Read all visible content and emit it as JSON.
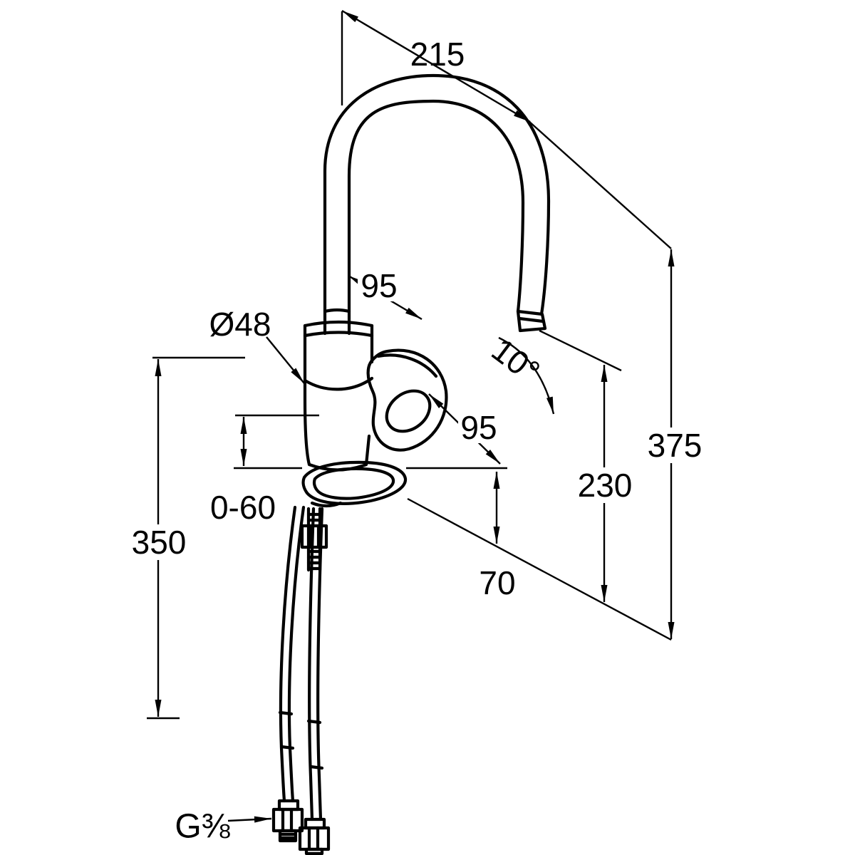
{
  "drawing": {
    "labels": {
      "reach": "215",
      "total_height": "375",
      "spout_height": "230",
      "outlet_height": "70",
      "body_diameter": "Ø48",
      "spout_offset": "95",
      "lever_offset": "95",
      "swivel_angle": "10°",
      "deck_thickness": "0-60",
      "hose_length": "350",
      "thread_size": "G⅜"
    },
    "colors": {
      "ink": "#000000",
      "paper": "#ffffff"
    }
  }
}
